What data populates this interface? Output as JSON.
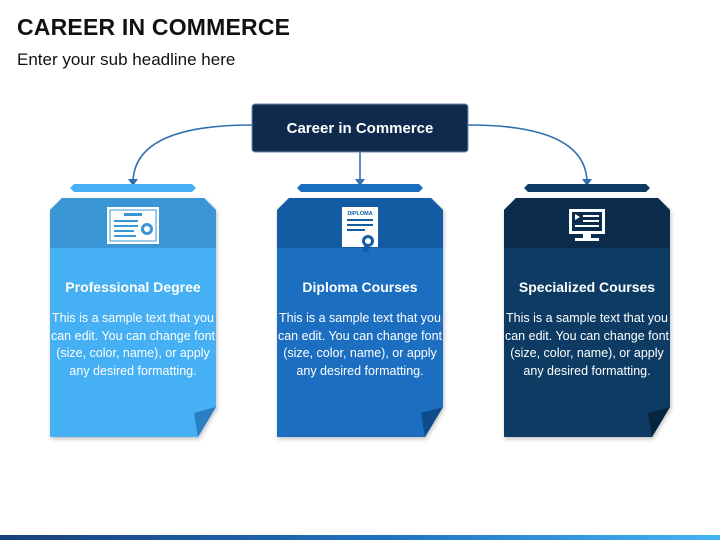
{
  "header": {
    "title": "CAREER IN COMMERCE",
    "subtitle": "Enter your sub headline here"
  },
  "root": {
    "label": "Career in Commerce"
  },
  "colors": {
    "root": "#0f2a4c",
    "card1": "#45b0f3",
    "card2": "#1a6ec1",
    "card3": "#0f3a64"
  },
  "cards": [
    {
      "title": "Professional Degree",
      "body": "This is a sample text that you can edit. You can change font (size, color, name), or apply any desired formatting.",
      "icon": "certificate-icon"
    },
    {
      "title": "Diploma Courses",
      "body": "This is a sample text that you can edit. You can change font (size, color, name), or apply any desired formatting.",
      "icon": "diploma-icon",
      "icon_text": "DIPLOMA"
    },
    {
      "title": "Specialized Courses",
      "body": "This is a sample text that you can edit. You can change font (size, color, name), or apply any desired formatting.",
      "icon": "online-course-icon"
    }
  ]
}
